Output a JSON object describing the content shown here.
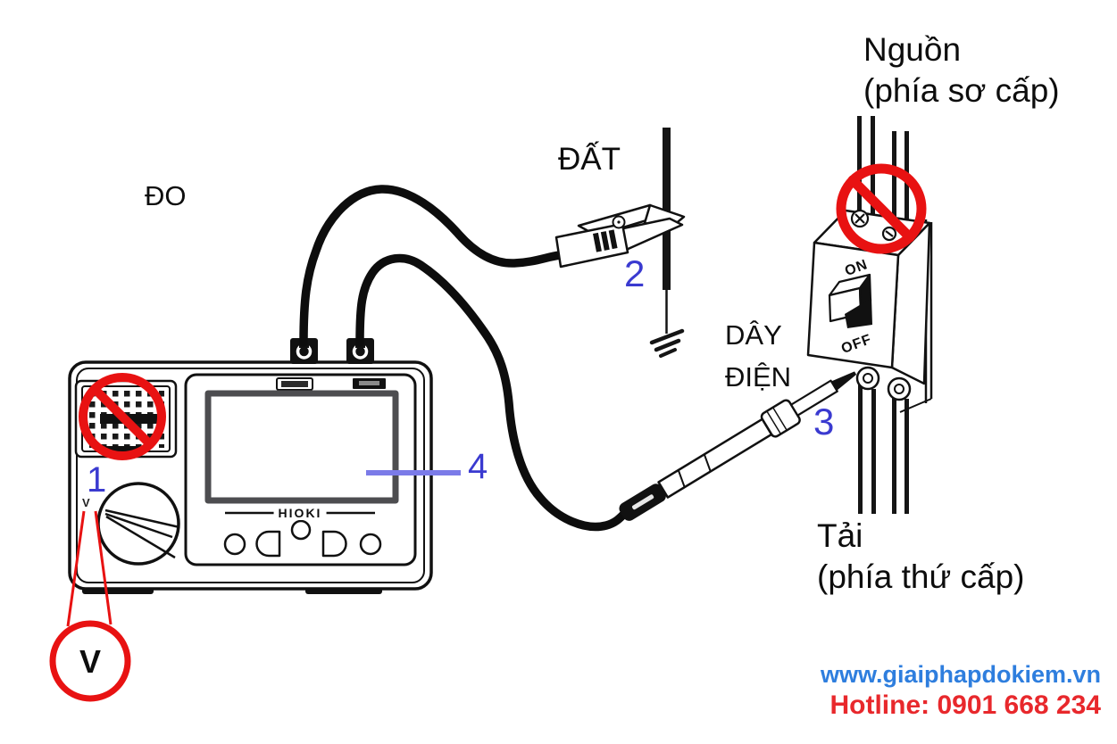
{
  "labels": {
    "measure": "ĐO",
    "earth": "ĐẤT",
    "wire_l1": "DÂY",
    "wire_l2": "ĐIỆN",
    "source_l1": "Nguồn",
    "source_l2": "(phía sơ cấp)",
    "load_l1": "Tải",
    "load_l2": "(phía thứ cấp)"
  },
  "callouts": {
    "n1": "1",
    "n2": "2",
    "n3": "3",
    "n4": "4"
  },
  "instrument": {
    "brand": "HIOKI",
    "dial_marker": "V",
    "voltage_symbol": "V"
  },
  "breaker": {
    "on_label": "ON",
    "off_label": "OFF"
  },
  "watermark": {
    "website": "www.giaiphapdokiem.vn",
    "hotline": "Hotline: 0901 668 234"
  },
  "colors": {
    "callout_blue": "#3a3ad0",
    "callout_line_blue": "#7b7be8",
    "prohibition_red": "#e81212",
    "watermark_blue": "#2e7ede",
    "watermark_red": "#e8282c"
  }
}
